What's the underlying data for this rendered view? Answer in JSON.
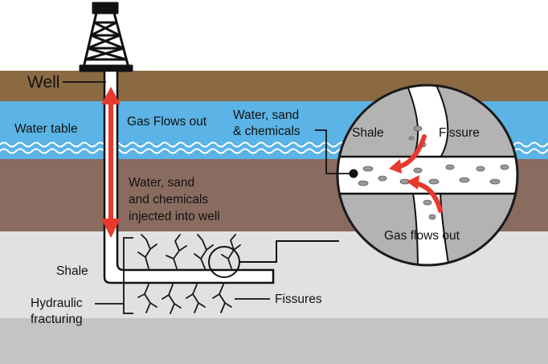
{
  "labels": {
    "well": "Well",
    "water_table": "Water table",
    "gas_flows_out": "Gas Flows out",
    "injected_line1": "Water, sand",
    "injected_line2": "and chemicals",
    "injected_line3": "injected into well",
    "shale": "Shale",
    "hydraulic_line1": "Hydraulic",
    "hydraulic_line2": "fracturing",
    "fissures": "Fissures",
    "inset_wsc_line1": "Water, sand",
    "inset_wsc_line2": "& chemicals",
    "inset_shale": "Shale",
    "inset_fissure": "Fissure",
    "inset_gas_flows_out": "Gas flows out"
  },
  "colors": {
    "topsoil": "#8b6a43",
    "water": "#5bb4e5",
    "rock": "#8a6b60",
    "shale_layer": "#e1e1e1",
    "bedrock": "#c4c4c4",
    "arrow": "#e8392e",
    "outline": "#1a1a1a",
    "inset_rock": "#b3b3b3"
  }
}
